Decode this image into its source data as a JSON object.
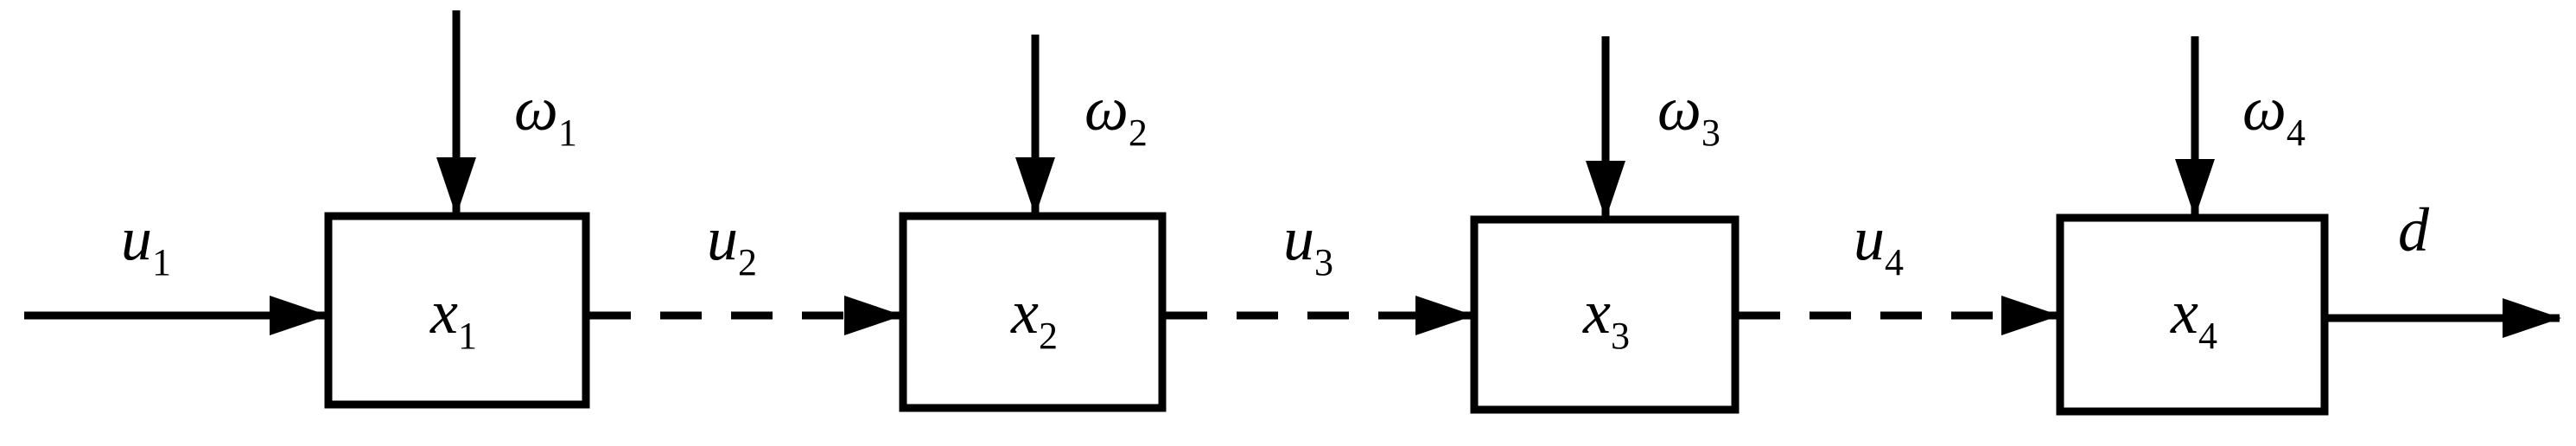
{
  "colors": {
    "stroke": "#000000",
    "background": "#ffffff"
  },
  "input_label": {
    "base": "u",
    "sub": "1"
  },
  "output_label": {
    "base": "d"
  },
  "blocks": [
    {
      "state": {
        "base": "x",
        "sub": "1"
      },
      "disturbance": {
        "base": "ω",
        "sub": "1"
      }
    },
    {
      "state": {
        "base": "x",
        "sub": "2"
      },
      "disturbance": {
        "base": "ω",
        "sub": "2"
      }
    },
    {
      "state": {
        "base": "x",
        "sub": "3"
      },
      "disturbance": {
        "base": "ω",
        "sub": "3"
      }
    },
    {
      "state": {
        "base": "x",
        "sub": "4"
      },
      "disturbance": {
        "base": "ω",
        "sub": "4"
      }
    }
  ],
  "links": [
    {
      "label": {
        "base": "u",
        "sub": "2"
      }
    },
    {
      "label": {
        "base": "u",
        "sub": "3"
      }
    },
    {
      "label": {
        "base": "u",
        "sub": "4"
      }
    }
  ]
}
